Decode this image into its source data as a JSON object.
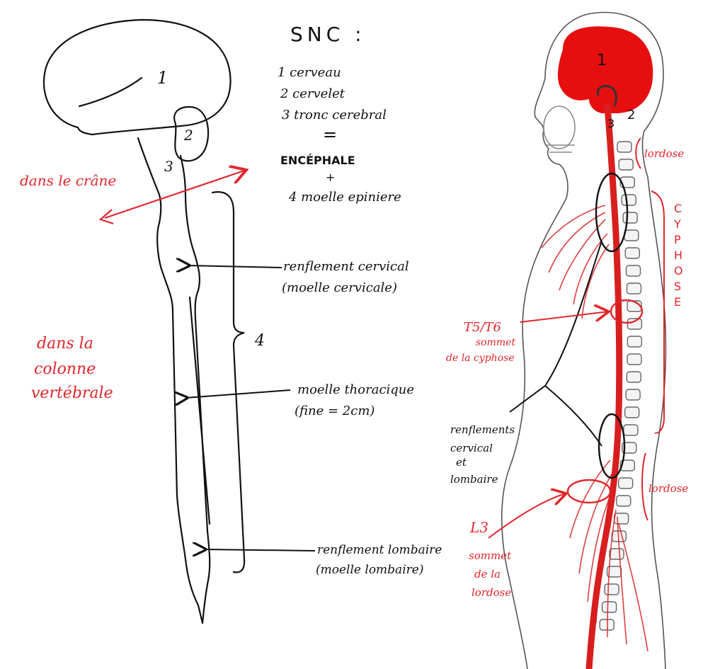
{
  "colors": {
    "ink": "#111111",
    "accent": "#e0262b",
    "spinal_cord": "#d81e1e",
    "body_outline": "#555555"
  },
  "legend": {
    "title": "SNC :",
    "items": [
      "1 cerveau",
      "2 cervelet",
      "3 tronc cerebral"
    ],
    "equals": "=",
    "encephale": "ENCÉPHALE",
    "plus": "+",
    "moelle": "4 moelle epiniere"
  },
  "left_diagram": {
    "label_1": "1",
    "label_2": "2",
    "label_3": "3",
    "label_4": "4",
    "crane_label": "dans le crâne",
    "colonne_label": [
      "dans la",
      "colonne",
      "vertébrale"
    ],
    "renflement_cervical": [
      "renflement cervical",
      "(moelle cervicale)"
    ],
    "moelle_thoracique": [
      "moelle thoracique",
      "(fine = 2cm)"
    ],
    "renflement_lombaire": [
      "renflement lombaire",
      "(moelle lombaire)"
    ]
  },
  "right_diagram": {
    "label_1": "1",
    "label_2": "2",
    "label_3": "3",
    "lordose_top": "lordose",
    "cyphose": [
      "C",
      "Y",
      "P",
      "H",
      "O",
      "S",
      "E"
    ],
    "lordose_bottom": "lordose",
    "t5t6": [
      "T5/T6",
      "sommet",
      "de la cyphose"
    ],
    "renflements": [
      "renflements",
      "cervical",
      "et",
      "lombaire"
    ],
    "l3": [
      "L3",
      "sommet",
      "de la",
      "lordose"
    ]
  }
}
